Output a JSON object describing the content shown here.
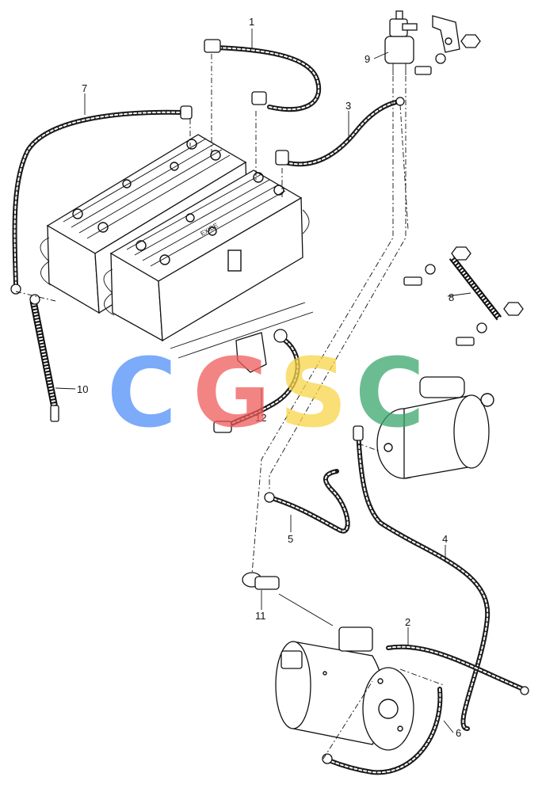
{
  "callouts": {
    "c1": "1",
    "c2": "2",
    "c3": "3",
    "c4": "4",
    "c5": "5",
    "c6": "6",
    "c7": "7",
    "c8": "8",
    "c9": "9",
    "c10": "10",
    "c11": "11",
    "c12": "12"
  },
  "battery_label": "EXIDE",
  "watermark": {
    "letters": [
      "C",
      "G",
      "S",
      "C"
    ],
    "colors": [
      "#4f8ff7",
      "#ef5b5b",
      "#f7d548",
      "#3aa76d"
    ]
  }
}
